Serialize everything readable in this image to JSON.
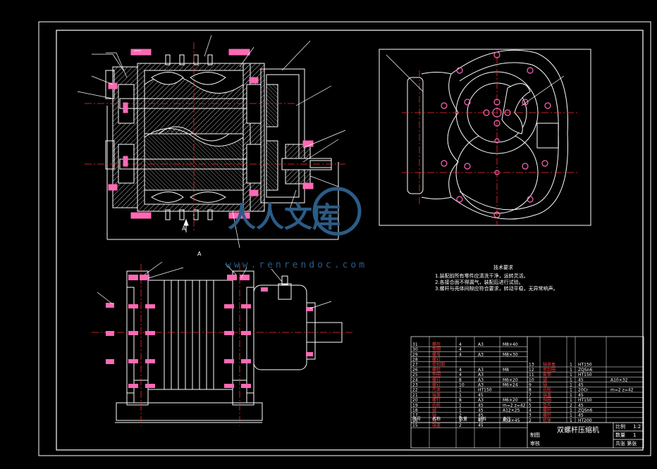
{
  "drawing": {
    "title": "双螺杆压缩机",
    "section_marker": "A",
    "view_label": "A",
    "watermark": {
      "brand": "人人文库",
      "url": "www.renrendoc.com"
    },
    "tech_requirements": {
      "heading": "技术要求",
      "lines": [
        "1.装配前所有零件应清洗干净，运转灵活。",
        "2.各接合面不得漏气，装配后进行试验。",
        "3.螺杆与壳体间隙应符合要求，转动平稳，无异常响声。"
      ]
    },
    "title_block": {
      "ratio_label": "比例",
      "ratio_value": "1:2",
      "qty_label": "数量",
      "qty_value": "1",
      "sheet_label": "共张 第张",
      "drawn_label": "制图",
      "checked_label": "审核"
    },
    "bom_header": [
      "序号",
      "名称",
      "数量",
      "材料",
      "备注"
    ],
    "bom_left": [
      [
        "31",
        "螺栓",
        "4",
        "A3",
        "M8×40"
      ],
      [
        "30",
        "垫圈",
        "4",
        "",
        ""
      ],
      [
        "29",
        "螺母",
        "4",
        "A3",
        "M8×30"
      ],
      [
        "28",
        "螺钉",
        "",
        "",
        ""
      ],
      [
        "27",
        "密封圈",
        "",
        "",
        ""
      ],
      [
        "26",
        "螺栓",
        "4",
        "A3",
        "M8"
      ],
      [
        "25",
        "垫圈",
        "4",
        "A3",
        ""
      ],
      [
        "24",
        "螺钉",
        "8",
        "A3",
        "M6×20"
      ],
      [
        "23",
        "螺钉",
        "10",
        "A3",
        "M6×24"
      ],
      [
        "22",
        "壳体",
        "1",
        "HT150",
        ""
      ],
      [
        "21",
        "端盖",
        "1",
        "45",
        ""
      ],
      [
        "20",
        "螺钉",
        "8",
        "A3",
        "M6×20"
      ],
      [
        "19",
        "齿轮",
        "1",
        "45",
        "m=2 z=42"
      ],
      [
        "18",
        "键",
        "1",
        "45",
        "A12×25"
      ],
      [
        "17",
        "轴",
        "2",
        "45",
        ""
      ],
      [
        "16",
        "轴",
        "1",
        "45",
        "A12×45"
      ],
      [
        "15",
        "端盖",
        "2",
        "45",
        ""
      ]
    ],
    "bom_right": [
      [
        "13",
        "轴承盖",
        "1",
        "HT150",
        ""
      ],
      [
        "12",
        "密封圈",
        "1",
        "ZQSn6",
        ""
      ],
      [
        "11",
        "套筒",
        "1",
        "HT150",
        ""
      ],
      [
        "10",
        "键",
        "1",
        "45",
        "A10×32"
      ],
      [
        "9",
        "轴",
        "1",
        "45",
        ""
      ],
      [
        "8",
        "齿轮",
        "1",
        "20Cr",
        "m=2 z=42"
      ],
      [
        "7",
        "端盖",
        "1",
        "45",
        ""
      ],
      [
        "6",
        "挡圈",
        "1",
        "HT150",
        ""
      ],
      [
        "5",
        "垫片",
        "2",
        "45",
        ""
      ],
      [
        "4",
        "螺杆",
        "1",
        "ZQSn6",
        ""
      ],
      [
        "3",
        "螺杆",
        "1",
        "45",
        ""
      ],
      [
        "2",
        "机体",
        "1",
        "HT200",
        ""
      ]
    ]
  },
  "colors": {
    "line": "#ffffff",
    "center": "#ff2a2a",
    "hatch": "#c9c9c9",
    "bolt": "#ff69b4",
    "watermark": "#2b5c86"
  }
}
